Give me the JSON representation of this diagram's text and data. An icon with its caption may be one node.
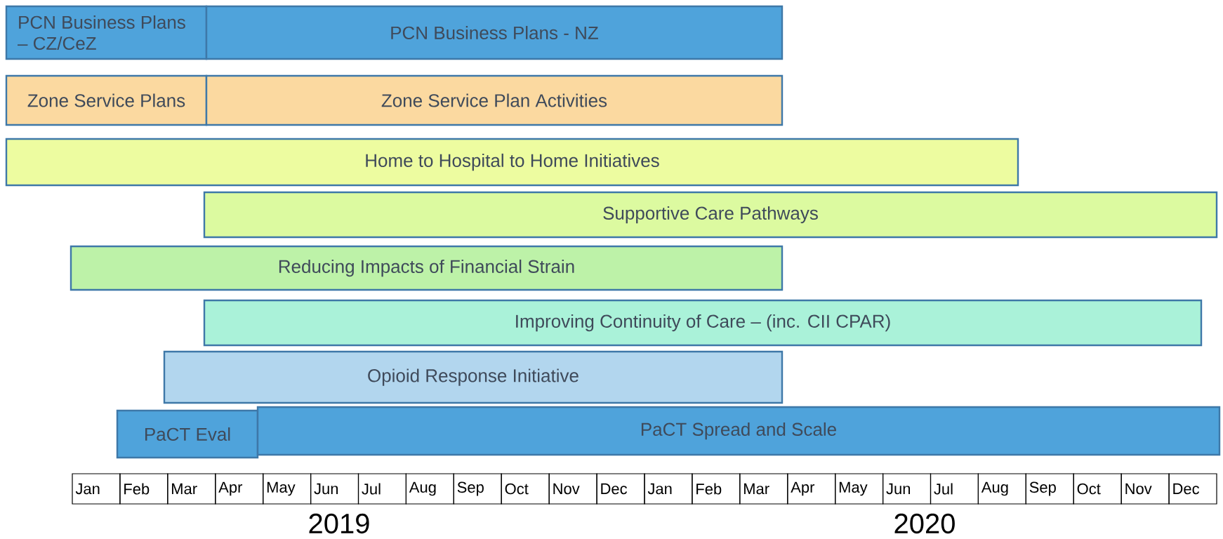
{
  "diagram": {
    "nodes": [
      {
        "text": [
          "PCN Business Plans – CZ/CeZ"
        ]
      },
      {
        "text": [
          "PCN Business Plans - NZ"
        ]
      },
      {
        "text": [
          "Zone Service Plans"
        ]
      },
      {
        "text": [
          "Zone Service Plan Activities"
        ]
      },
      {
        "text": [
          "Home to Hospital to Home Initiatives"
        ]
      },
      {
        "text": [
          "Supportive Care Pathways"
        ]
      },
      {
        "text": [
          "Reducing Impacts of Financial Strain"
        ]
      },
      {
        "text": [
          "Improving Continuity of Care – (inc. CII CPAR)"
        ]
      },
      {
        "text": [
          "Opioid Response Initiative"
        ]
      },
      {
        "text": [
          "PaCT Eval"
        ]
      },
      {
        "text": [
          "PaCT Spread and Scale"
        ]
      }
    ],
    "labels": [
      "Jan",
      "Feb",
      "Mar",
      "Apr",
      "May",
      "Jun",
      "Jul",
      "Aug",
      "Sep",
      "Oct",
      "Nov",
      "Dec",
      "Jan",
      "Feb",
      "Mar",
      "Apr",
      "May",
      "Jun",
      "Jul",
      "Aug",
      "Sep",
      "Oct",
      "Nov",
      "Dec",
      "2019",
      "2020"
    ]
  }
}
